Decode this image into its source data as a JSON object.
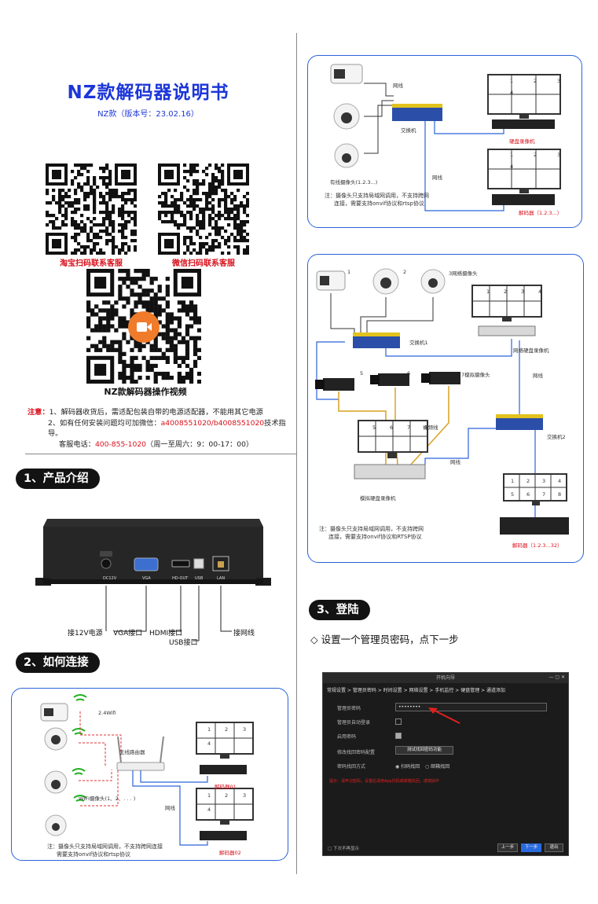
{
  "title": "NZ款解码器说明书",
  "version": "NZ款（版本号：23.02.16）",
  "qr": {
    "taobao_label": "淘宝扫码联系客服",
    "wechat_label": "微信扫码联系客服",
    "video_label": "NZ款解码器操作视频"
  },
  "notes": {
    "label": "注意：",
    "line1": "1、解码器收货后，需适配包装自带的电源适配器，不能用其它电源",
    "line2_pre": "2、如有任何安装问题均可加微信：",
    "line2_ids": "a4008551020/b4008551020",
    "line2_post": "技术指导。",
    "line3_pre": "客服电话：",
    "line3_phone": "400-855-1020",
    "line3_post": "（周一至周六：9：00-17：00）"
  },
  "sections": {
    "s1": "1、产品介绍",
    "s2": "2、如何连接",
    "s3": "3、登陆"
  },
  "product": {
    "ports": [
      "DC12V",
      "VGA",
      "HD-OUT",
      "USB",
      "LAN"
    ],
    "power": "接12V电源",
    "vga": "VGA接口",
    "hdmi": "HDMI接口",
    "usb": "USB接口",
    "lan": "接网线"
  },
  "wifi_diagram": {
    "wifi_label": "2.4Wifi",
    "router": "无线路由器",
    "cams": "WIFI摄像头(1、2、. . . )",
    "line": "网线",
    "dec1": "解码器01",
    "dec2": "解码器02",
    "note1": "注：摄像头只支持局域网调用，不支持跨网连接",
    "note2": "需要支持onvif协议和rtsp协议",
    "grid": [
      "1",
      "2",
      "3",
      "4"
    ]
  },
  "wired_diagram": {
    "line": "网线",
    "switch": "交换机",
    "nvr": "硬盘录像机",
    "cams": "有线摄像头(1.2.3...)",
    "line2": "网线",
    "decoder": "解码器（1.2.3...）",
    "note1": "注：摄像头只支持局域网调用，不支持跨网",
    "note2": "连接，需要支持onvif协议和rtsp协议",
    "grid": [
      "1",
      "2",
      "3",
      "4"
    ]
  },
  "mixed_diagram": {
    "cam1": "1",
    "cam2": "2",
    "cam3": "3网络摄像头",
    "switch1": "交换机1",
    "nvr": "网络硬盘录像机",
    "line1": "网线",
    "analog5": "5",
    "analog6": "6",
    "analog7": "7模拟摄像头",
    "video_line": "视频线",
    "line2": "网线",
    "switch2": "交换机2",
    "dvr": "模拟硬盘录像机",
    "decoder": "解码器（1.2.3...32）",
    "note1": "注：摄像头只支持局域网调用，不支持跨网",
    "note2": "连接，需要支持onvif协议和RTSP协议",
    "grid_top": [
      "1",
      "2",
      "3",
      "4"
    ],
    "grid_dvr": [
      "5",
      "6",
      "7",
      "8"
    ],
    "grid_dec": [
      "1",
      "2",
      "3",
      "4",
      "5",
      "6",
      "7",
      "8"
    ]
  },
  "login": {
    "step": "◇ 设置一个管理员密码，点下一步",
    "win_title": "开机向导",
    "menu": "常规设置 > 管理员密码 > 时间设置 > 网络设置 > 手机监控 > 硬盘管理 > 通道添加",
    "pwd_label": "管理员密码",
    "pwd_value": "••••••••",
    "auto_login": "管理员自动登录",
    "show_pwd": "启用密码",
    "qa_label": "修改找回密码配置",
    "qa_btn": "测试找回密码功能",
    "recover_label": "密码找回方式",
    "opt1": "扫码找回",
    "opt2": "邮箱找回",
    "warn": "提示：请牢记密码，设置后请用App扫码或邮箱找回，谨慎操作",
    "skip": "下次不再显示",
    "prev": "上一步",
    "next": "下一步",
    "exit": "退出"
  },
  "colors": {
    "title": "#1c36d8",
    "accent_red": "#d8101b",
    "panel_border": "#2b63d9"
  }
}
